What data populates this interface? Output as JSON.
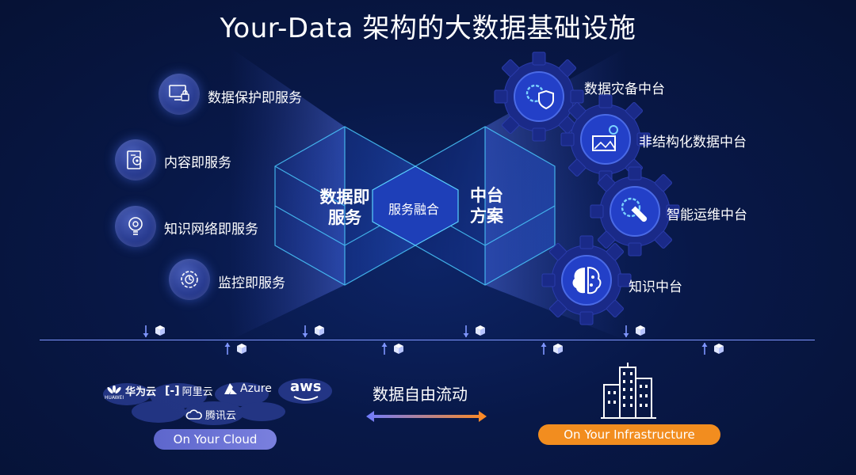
{
  "title": "Your-Data 架构的大数据基础设施",
  "left_services": [
    {
      "label": "数据保护即服务",
      "icon": "monitor-lock-icon"
    },
    {
      "label": "内容即服务",
      "icon": "content-document-icon"
    },
    {
      "label": "知识网络即服务",
      "icon": "lightbulb-icon"
    },
    {
      "label": "监控即服务",
      "icon": "monitoring-clock-icon"
    }
  ],
  "center": {
    "left_text_line1": "数据即",
    "left_text_line2": "服务",
    "middle_text": "服务融合",
    "right_text_line1": "中台",
    "right_text_line2": "方案"
  },
  "right_platforms": [
    {
      "label": "数据灾备中台",
      "icon": "gear-shield-icon"
    },
    {
      "label": "非结构化数据中台",
      "icon": "gear-image-icon"
    },
    {
      "label": "智能运维中台",
      "icon": "gear-wrench-icon"
    },
    {
      "label": "知识中台",
      "icon": "brain-icon"
    }
  ],
  "cloud_providers": [
    "华为云",
    "阿里云",
    "Azure",
    "aws",
    "腾讯云"
  ],
  "huawei_small_text": "HUAWEI",
  "flow_label": "数据自由流动",
  "cloud_pill": "On Your Cloud",
  "infra_pill": "On Your Infrastructure",
  "colors": {
    "background": "#081848",
    "accent_line": "#7f96ff",
    "cloud_pill": "#6b72d6",
    "infra_pill": "#f28d1f",
    "gear": "#1a2a88"
  }
}
